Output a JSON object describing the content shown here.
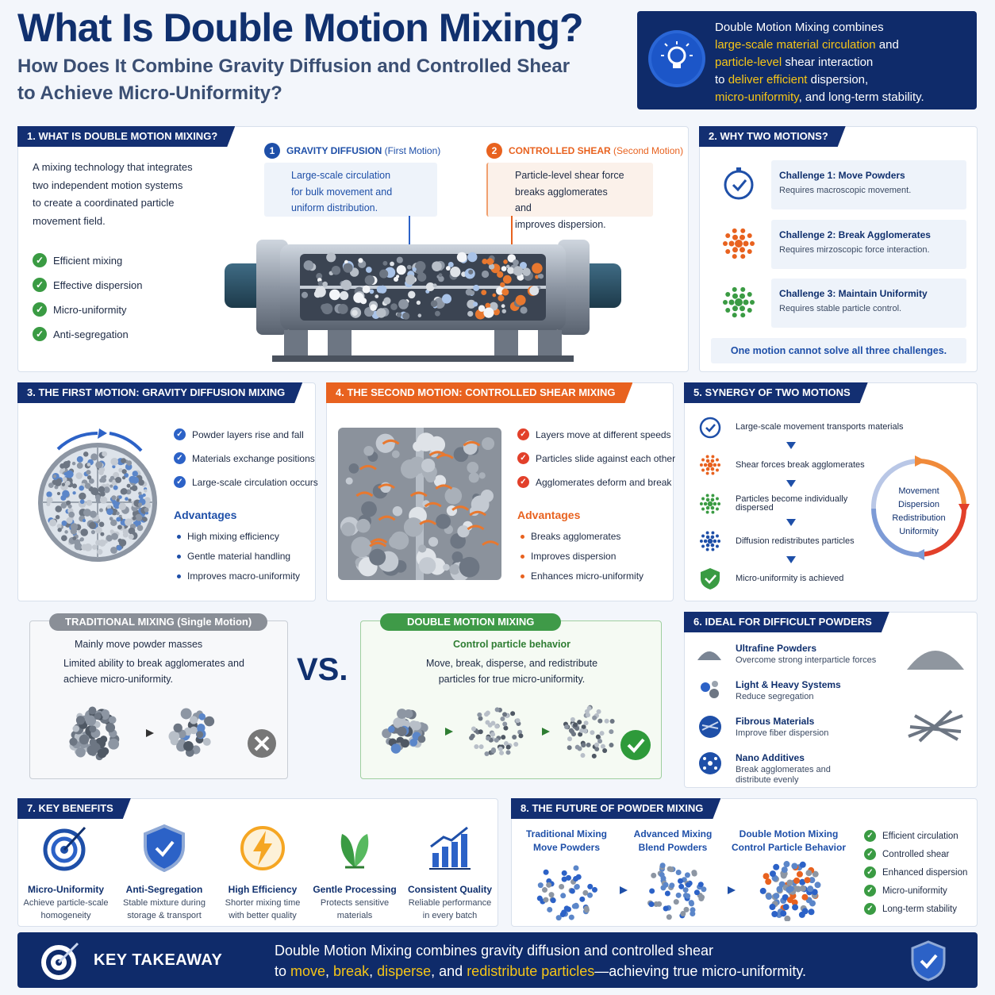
{
  "header": {
    "title": "What Is Double Motion Mixing?",
    "subtitle_line1": "How Does It Combine Gravity Diffusion and Controlled Shear",
    "subtitle_line2": "to Achieve Micro-Uniformity?",
    "callout": {
      "l1": "Double Motion Mixing combines",
      "l2a": "large-scale material circulation",
      "l2b": " and",
      "l3a": "particle-level",
      "l3b": " shear interaction",
      "l4a": "to ",
      "l4b": "deliver efficient",
      "l4c": " dispersion,",
      "l5a": "micro-uniformity",
      "l5b": ", and long-term stability."
    }
  },
  "s1": {
    "title": "1.  WHAT IS DOUBLE MOTION MIXING?",
    "desc": [
      "A mixing technology that integrates",
      "two independent motion systems",
      "to create a coordinated particle",
      "movement field."
    ],
    "checks": [
      "Efficient mixing",
      "Effective dispersion",
      "Micro-uniformity",
      "Anti-segregation"
    ],
    "gravity": {
      "num": "1",
      "title": "GRAVITY DIFFUSION",
      "sub": "(First Motion)",
      "lines": [
        "Large-scale circulation",
        "for bulk movement and",
        "uniform distribution."
      ]
    },
    "shear": {
      "num": "2",
      "title": "CONTROLLED SHEAR",
      "sub": "(Second Motion)",
      "lines": [
        "Particle-level shear force",
        "breaks agglomerates and",
        "improves dispersion."
      ]
    }
  },
  "s2": {
    "title": "2.  WHY TWO MOTIONS?",
    "challenges": [
      {
        "t": "Challenge 1: Move Powders",
        "d": "Requires macroscopic movement."
      },
      {
        "t": "Challenge 2: Break Agglomerates",
        "d": "Requires mirzoscopic force interaction."
      },
      {
        "t": "Challenge 3: Maintain Uniformity",
        "d": "Requires stable particle control."
      }
    ],
    "footer": "One motion cannot solve all three challenges."
  },
  "s3": {
    "title": "3.  THE FIRST MOTION: GRAVITY DIFFUSION MIXING",
    "points": [
      "Powder layers rise and fall",
      "Materials exchange positions",
      "Large-scale circulation occurs"
    ],
    "adv_title": "Advantages",
    "advantages": [
      "High mixing efficiency",
      "Gentle material handling",
      "Improves macro-uniformity"
    ]
  },
  "s4": {
    "title": "4.  THE SECOND MOTION: CONTROLLED SHEAR MIXING",
    "points": [
      "Layers move at different speeds",
      "Particles slide against each other",
      "Agglomerates deform and break"
    ],
    "adv_title": "Advantages",
    "advantages": [
      "Breaks agglomerates",
      "Improves dispersion",
      "Enhances micro-uniformity"
    ]
  },
  "s5": {
    "title": "5.  SYNERGY OF TWO MOTIONS",
    "steps": [
      "Large-scale movement transports materials",
      "Shear forces break agglomerates",
      "Particles become individually dispersed",
      "Diffusion redistributes particles",
      "Micro-uniformity is achieved"
    ],
    "cycle": [
      "Movement",
      "Dispersion",
      "Redistribution",
      "Uniformity"
    ]
  },
  "compare": {
    "trad_title": "TRADITIONAL MIXING (Single Motion)",
    "trad_lines": [
      "Mainly move powder masses",
      "Limited ability to break agglomerates and",
      "achieve micro-uniformity."
    ],
    "vs": "VS.",
    "dbl_title": "DOUBLE MOTION MIXING",
    "dbl_head": "Control particle behavior",
    "dbl_lines": [
      "Move, break, disperse, and redistribute",
      "particles for true micro-uniformity."
    ]
  },
  "s6": {
    "title": "6.  IDEAL FOR DIFFICULT POWDERS",
    "items": [
      {
        "t": "Ultrafine Powders",
        "d": "Overcome strong interparticle forces"
      },
      {
        "t": "Light & Heavy Systems",
        "d": "Reduce segregation"
      },
      {
        "t": "Fibrous Materials",
        "d": "Improve fiber dispersion"
      },
      {
        "t": "Nano Additives",
        "d": "Break agglomerates and distribute evenly"
      }
    ]
  },
  "s7": {
    "title": "7.  KEY BENEFITS",
    "items": [
      {
        "t": "Micro-Uniformity",
        "d1": "Achieve particle-scale",
        "d2": "homogeneity",
        "icon": "target-icon"
      },
      {
        "t": "Anti-Segregation",
        "d1": "Stable mixture during",
        "d2": "storage & transport",
        "icon": "shield-icon"
      },
      {
        "t": "High Efficiency",
        "d1": "Shorter mixing time",
        "d2": "with better quality",
        "icon": "lightning-icon"
      },
      {
        "t": "Gentle Processing",
        "d1": "Protects sensitive",
        "d2": "materials",
        "icon": "leaf-icon"
      },
      {
        "t": "Consistent Quality",
        "d1": "Reliable performance",
        "d2": "in every batch",
        "icon": "bar-chart-icon"
      }
    ]
  },
  "s8": {
    "title": "8.  THE FUTURE OF POWDER MIXING",
    "stages": [
      {
        "l1": "Traditional Mixing",
        "l2": "Move Powders"
      },
      {
        "l1": "Advanced Mixing",
        "l2": "Blend Powders"
      },
      {
        "l1": "Double Motion Mixing",
        "l2": "Control Particle Behavior"
      }
    ],
    "checks": [
      "Efficient circulation",
      "Controlled shear",
      "Enhanced dispersion",
      "Micro-uniformity",
      "Long-term stability"
    ]
  },
  "takeaway": {
    "label": "KEY TAKEAWAY",
    "line1": "Double Motion Mixing combines gravity diffusion and controlled shear",
    "l2a": "to ",
    "l2b": "move",
    "l2c": ", ",
    "l2d": "break",
    "l2e": ", ",
    "l2f": "disperse",
    "l2g": ", and ",
    "l2h": "redistribute particles",
    "l2i": "—achieving true micro-uniformity."
  },
  "colors": {
    "navy": "#132f72",
    "orange": "#e8621f",
    "green": "#3a9b43",
    "yellow": "#f5c518"
  }
}
